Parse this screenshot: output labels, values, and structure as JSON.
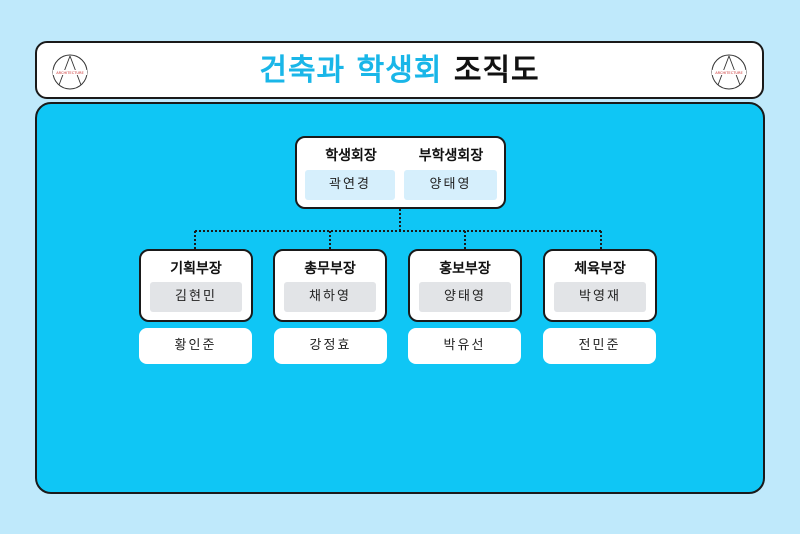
{
  "header": {
    "title_part1": "건축과 학생회",
    "title_part2": "조직도",
    "logo_text": "ARCHITECTURE"
  },
  "leadership": [
    {
      "role": "학생회장",
      "name": "곽연경"
    },
    {
      "role": "부학생회장",
      "name": "양태영"
    }
  ],
  "departments": [
    {
      "role": "기획부장",
      "head": "김현민",
      "member": "황인준"
    },
    {
      "role": "총무부장",
      "head": "채하영",
      "member": "강정효"
    },
    {
      "role": "홍보부장",
      "head": "양태영",
      "member": "박유선"
    },
    {
      "role": "체육부장",
      "head": "박영재",
      "member": "전민준"
    }
  ],
  "colors": {
    "background": "#bfe9fb",
    "panel": "#0fc6f5",
    "title_accent": "#19b6e8"
  }
}
